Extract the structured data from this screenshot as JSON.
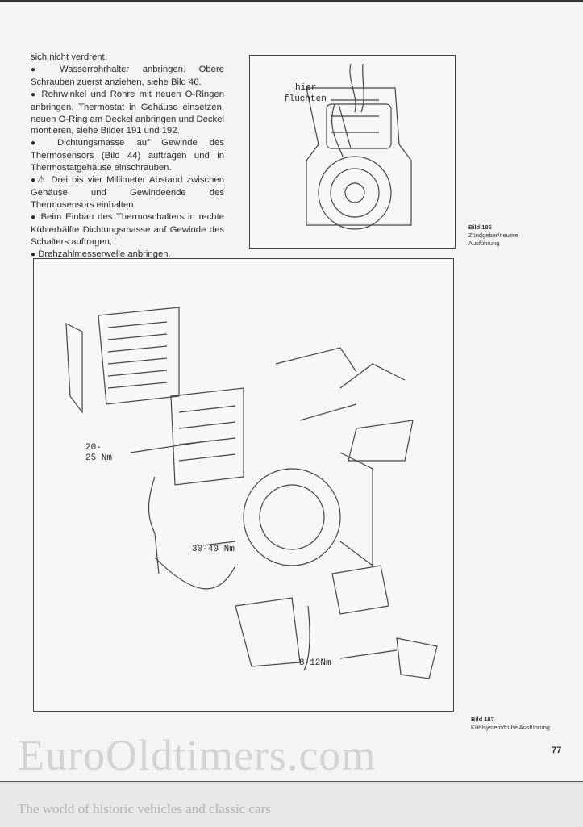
{
  "body_text": {
    "p0": "sich nicht verdreht.",
    "p1": "Wasserrohrhalter anbringen. Obere Schrauben zuerst anziehen, siehe Bild 46.",
    "p2": "Rohrwinkel und Rohre mit neuen O-Ringen anbringen. Thermostat in Gehäuse einsetzen, neuen O-Ring am Deckel anbringen und Deckel montieren, siehe Bilder 191 und 192.",
    "p3": "Dichtungsmasse auf Gewinde des Thermosensors (Bild 44) auftragen und in Thermostatgehäuse einschrauben.",
    "p4": "Drei bis vier Millimeter Abstand zwischen Gehäuse und Gewindeende des Thermosensors einhalten.",
    "p5": "Beim Einbau des Thermoschalters in rechte Kühlerhälfte Dichtungsmasse auf Gewinde des Schalters auftragen.",
    "p6": "Drehzahlmesserwelle anbringen."
  },
  "figure186": {
    "label_line1": "hier",
    "label_line2": "fluchten",
    "caption_title": "Bild 186",
    "caption_text": "Zündgeber/neuere Ausführung"
  },
  "figure187": {
    "torque1_a": "20-",
    "torque1_b": "25 Nm",
    "torque2": "30-40 Nm",
    "torque3": "8-12Nm",
    "caption_title": "Bild 187",
    "caption_text": "Kühlsystem/frühe Ausführung"
  },
  "page_number": "77",
  "watermark": {
    "brand": "EuroOldtimers.com",
    "tagline": "The world of historic vehicles and classic cars"
  }
}
